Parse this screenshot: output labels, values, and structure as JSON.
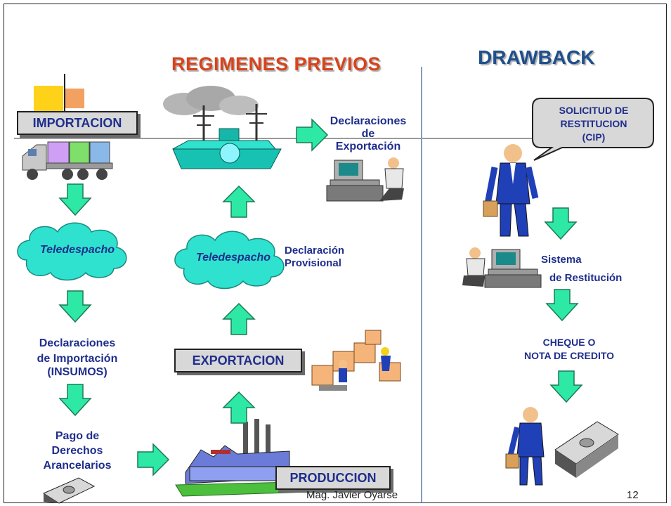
{
  "titles": {
    "regimenes": "REGIMENES  PREVIOS",
    "drawback": "DRAWBACK"
  },
  "boxes": {
    "importacion": "IMPORTACION",
    "exportacion": "EXPORTACION",
    "produccion": "PRODUCCION"
  },
  "clouds": {
    "left": "Teledespacho",
    "center": "Teledespacho"
  },
  "left": {
    "decl_imp_1": "Declaraciones",
    "decl_imp_2": "de Importación",
    "decl_imp_3": "(INSUMOS)",
    "pago_1": "Pago de",
    "pago_2": "Derechos",
    "pago_3": "Arancelarios"
  },
  "center": {
    "decl_exp_1": "Declaraciones",
    "decl_exp_2": "de",
    "decl_exp_3": "Exportación",
    "decl_prov_1": "Declaración",
    "decl_prov_2": "Provisional"
  },
  "right": {
    "solicitud_1": "SOLICITUD DE",
    "solicitud_2": "RESTITUCION",
    "solicitud_3": "(CIP)",
    "sistema_1": "Sistema",
    "sistema_2": "de Restitución",
    "cheque_1": "CHEQUE O",
    "cheque_2": "NOTA DE CREDITO"
  },
  "footer": {
    "author": "Mag. Javier Oyarse",
    "page": "12"
  }
}
